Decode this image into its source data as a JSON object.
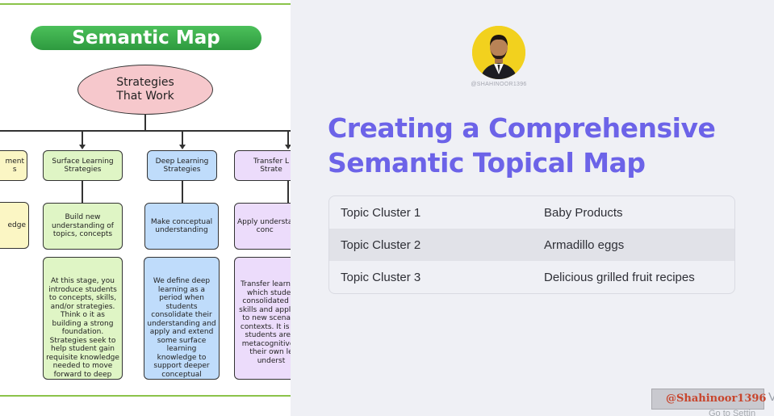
{
  "map": {
    "title": "Semantic Map",
    "root": "Strategies That Work",
    "columns": [
      {
        "heading": "ment\ns",
        "detail": "edge",
        "description": ""
      },
      {
        "heading": "Surface Learning Strategies",
        "detail": "Build new understanding of topics, concepts",
        "description": "At this stage, you introduce students to concepts, skills, and/or strategies. Think o it as building a strong foundation. Strategies seek to help student gain requisite knowledge needed to move forward to deep learning."
      },
      {
        "heading": "Deep Learning Strategies",
        "detail": "Make conceptual understanding",
        "description": "We define deep learning as a period when students consolidate their understanding and apply and extend some surface learning knowledge to support deeper conceptual understanding."
      },
      {
        "heading": "Transfer L\nStrate",
        "detail": "Apply understa\nconc",
        "description": "Transfer learning\nwhich studen\nconsolidated kn\nskills and apply w\nto new scenario\ncontexts. It is als\nstudents are a\nmetacognitively\ntheir own le\nunderst"
      }
    ]
  },
  "article": {
    "avatar_caption": "@SHAHINOOR1396",
    "headline": "Creating a Comprehensive Semantic Topical Map",
    "rows": [
      {
        "cluster": "Topic Cluster 1",
        "topic": "Baby Products"
      },
      {
        "cluster": "Topic Cluster 2",
        "topic": "Armadillo eggs"
      },
      {
        "cluster": "Topic Cluster 3",
        "topic": "Delicious grilled fruit recipes"
      }
    ]
  },
  "overlay": {
    "watermark": "@Shahinoor1396",
    "activate_fragment": "V",
    "activate_sub": "Go to Settin"
  },
  "colors": {
    "headline": "#6c63e8",
    "title_green": "#2e9a3f",
    "right_bg": "#eff0f5"
  }
}
